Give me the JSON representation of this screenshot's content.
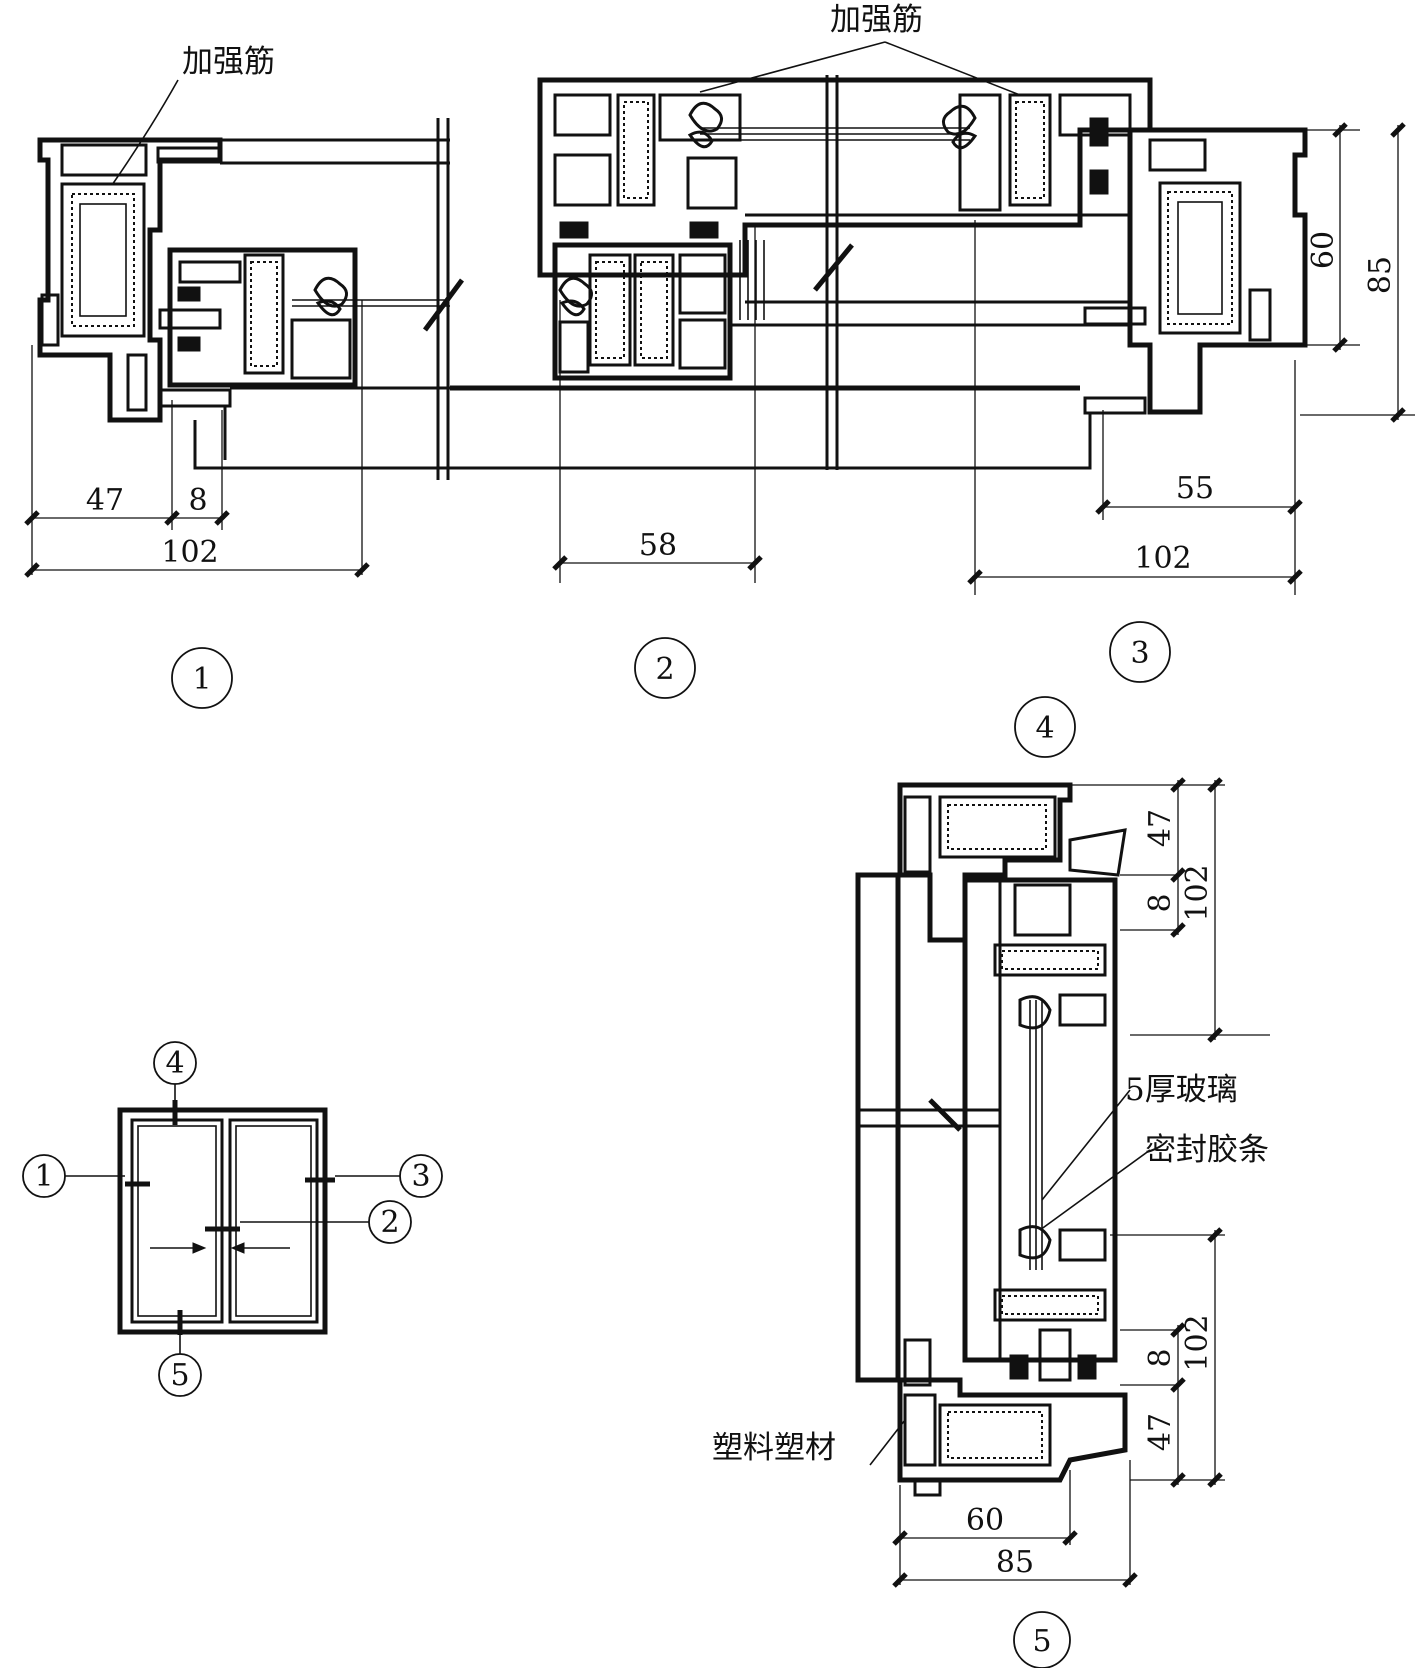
{
  "labels": {
    "rib_left": "加强筋",
    "rib_top": "加强筋",
    "glass": "5厚玻璃",
    "seal": "密封胶条",
    "profile": "塑料塑材"
  },
  "section_markers": {
    "s1": "1",
    "s2": "2",
    "s3": "3",
    "s4": "4",
    "s5": "5"
  },
  "key_plan_markers": {
    "k1": "1",
    "k2": "2",
    "k3": "3",
    "k4": "4",
    "k5": "5"
  },
  "dimensions": {
    "sec1_a": "47",
    "sec1_b": "8",
    "sec1_total": "102",
    "sec2_width": "58",
    "sec3_a": "55",
    "sec3_total": "102",
    "sec3_h1": "60",
    "sec3_h2": "85",
    "vert_top_47": "47",
    "vert_top_8": "8",
    "vert_top_102": "102",
    "vert_bot_8": "8",
    "vert_bot_102": "102",
    "vert_bot_47": "47",
    "vert_w60": "60",
    "vert_w85": "85"
  }
}
